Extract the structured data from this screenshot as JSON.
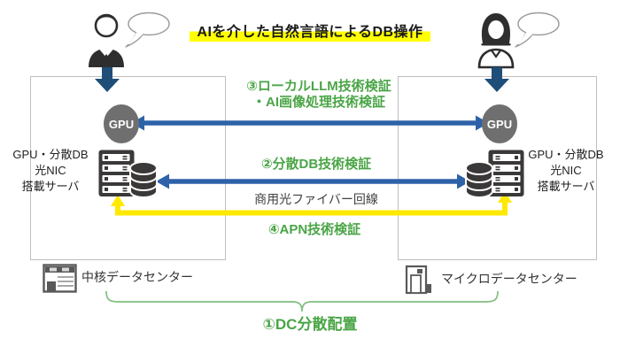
{
  "diagram_title": "AIを介した自然言語によるDB操作",
  "annotations": {
    "step3_line1": "③ローカルLLM技術検証",
    "step3_line2": "・AI画像処理技術検証",
    "step2": "②分散DB技術検証",
    "fiber_line": "商用光ファイバー回線",
    "step4": "④APN技術検証",
    "step1": "①DC分散配置"
  },
  "nodes": {
    "gpu_label": "GPU",
    "left_server": {
      "line1": "GPU・分散DB",
      "line2": "光NIC",
      "line3": "搭載サーバ"
    },
    "right_server": {
      "line1": "GPU・分散DB",
      "line2": "光NIC",
      "line3": "搭載サーバ"
    }
  },
  "datacenters": {
    "left": "中核データセンター",
    "right": "マイクロデータセンター"
  },
  "icons": {
    "left_user": "male-user-icon",
    "right_user": "female-user-icon"
  },
  "colors": {
    "green": "#4AA546",
    "blue_arrow": "#2E62A8",
    "navy_arrow": "#1F4E79",
    "yellow": "#FFE900",
    "highlight": "#FFFF00",
    "gray_circle": "#6F6F6F",
    "icon_dark": "#3B3838",
    "box_border": "#BFBFBF",
    "bracket_green": "#7FBF7F",
    "text_dark": "#262626"
  }
}
